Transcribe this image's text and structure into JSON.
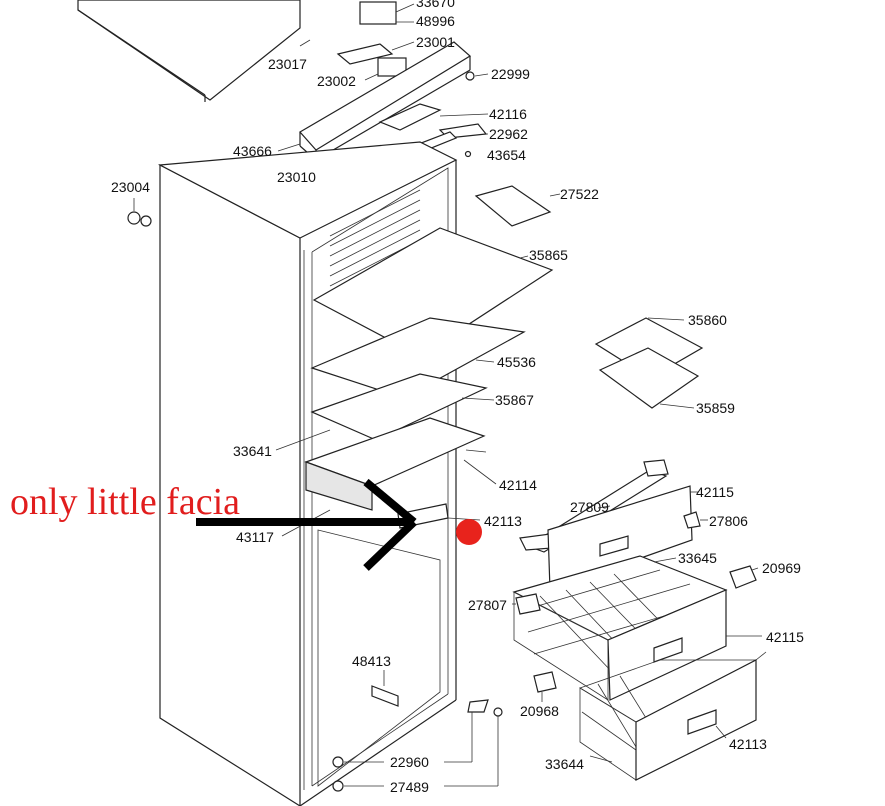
{
  "annotation": {
    "note_text": "only little facia",
    "note_color": "#e11d1d",
    "marker_color": "#e8231c"
  },
  "part_labels": [
    {
      "id": "p33670",
      "text": "33670"
    },
    {
      "id": "p48996",
      "text": "48996"
    },
    {
      "id": "p23001",
      "text": "23001"
    },
    {
      "id": "p23017",
      "text": "23017"
    },
    {
      "id": "p23002",
      "text": "23002"
    },
    {
      "id": "p22999",
      "text": "22999"
    },
    {
      "id": "p42116",
      "text": "42116"
    },
    {
      "id": "p22962",
      "text": "22962"
    },
    {
      "id": "p43666",
      "text": "43666"
    },
    {
      "id": "p43654",
      "text": "43654"
    },
    {
      "id": "p23010",
      "text": "23010"
    },
    {
      "id": "p23004",
      "text": "23004"
    },
    {
      "id": "p27522",
      "text": "27522"
    },
    {
      "id": "p35865",
      "text": "35865"
    },
    {
      "id": "p35860",
      "text": "35860"
    },
    {
      "id": "p45536",
      "text": "45536"
    },
    {
      "id": "p35859",
      "text": "35859"
    },
    {
      "id": "p35867",
      "text": "35867"
    },
    {
      "id": "p33641",
      "text": "33641"
    },
    {
      "id": "p42114",
      "text": "42114"
    },
    {
      "id": "p27809",
      "text": "27809"
    },
    {
      "id": "p42115a",
      "text": "42115"
    },
    {
      "id": "p42113a",
      "text": "42113"
    },
    {
      "id": "p27806",
      "text": "27806"
    },
    {
      "id": "p43117",
      "text": "43117"
    },
    {
      "id": "p33645",
      "text": "33645"
    },
    {
      "id": "p20969",
      "text": "20969"
    },
    {
      "id": "p27807",
      "text": "27807"
    },
    {
      "id": "p42115b",
      "text": "42115"
    },
    {
      "id": "p48413",
      "text": "48413"
    },
    {
      "id": "p20968",
      "text": "20968"
    },
    {
      "id": "p42113b",
      "text": "42113"
    },
    {
      "id": "p22960",
      "text": "22960"
    },
    {
      "id": "p33644",
      "text": "33644"
    },
    {
      "id": "p27489",
      "text": "27489"
    }
  ]
}
